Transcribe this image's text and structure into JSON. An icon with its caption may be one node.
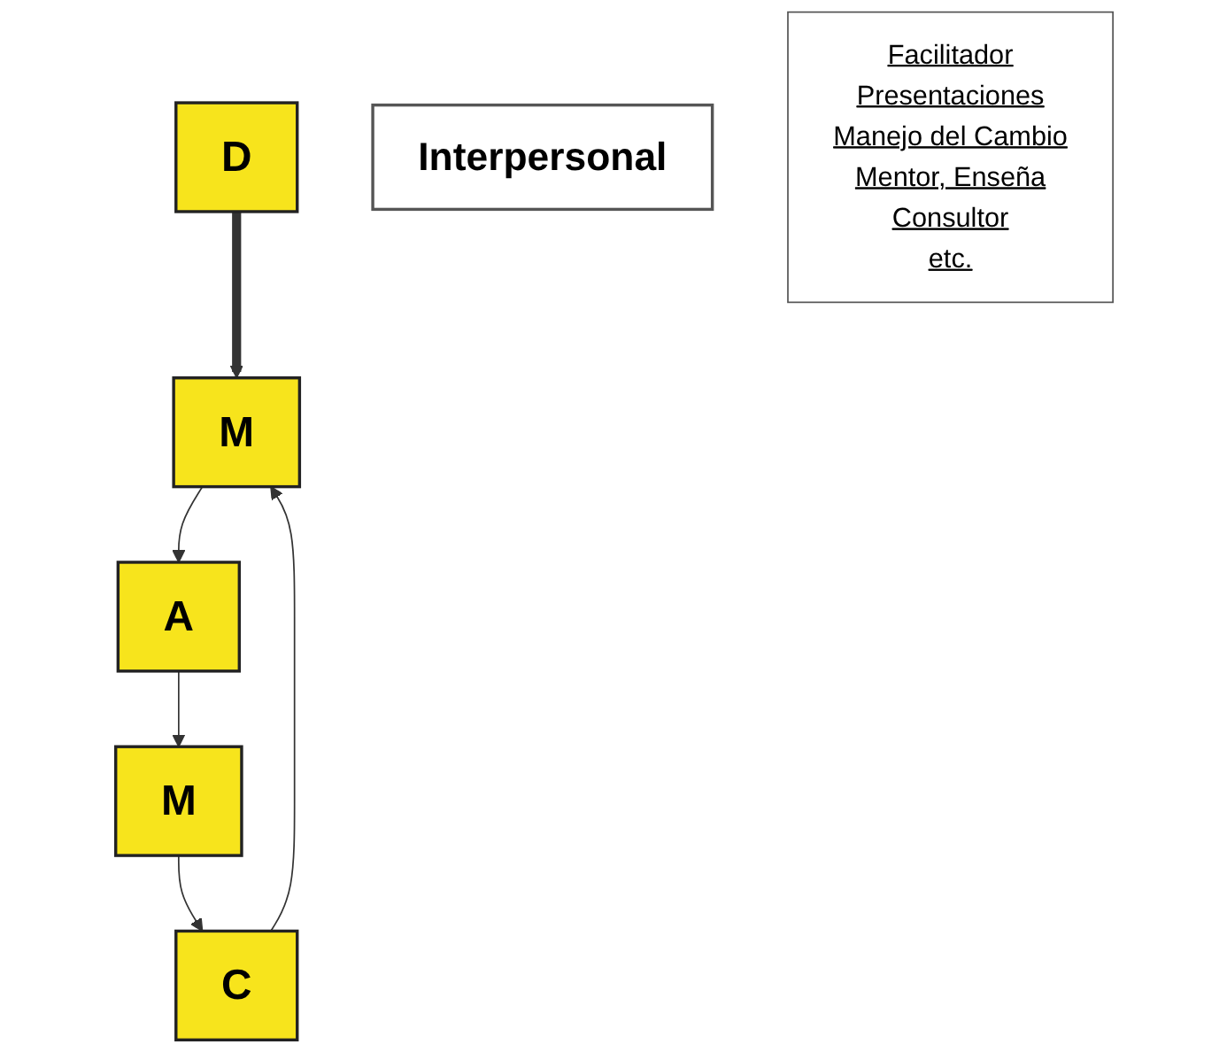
{
  "diagram": {
    "nodes": [
      {
        "text": [
          "D"
        ]
      },
      {
        "text": [
          "M"
        ]
      },
      {
        "text": [
          "A"
        ]
      },
      {
        "text": [
          "M"
        ]
      },
      {
        "text": [
          "C"
        ]
      },
      {
        "text": [
          "Interpersonal"
        ]
      },
      {
        "text": [
          "Facilitador",
          "Presentaciones",
          "Manejo del Cambio",
          "Mentor, Enseña",
          "Consultor",
          "etc."
        ]
      }
    ],
    "edges": [
      {
        "from": 0,
        "to": 1,
        "arrow": "to",
        "style": "thick"
      },
      {
        "from": 1,
        "to": 2,
        "arrow": "to"
      },
      {
        "from": 2,
        "to": 3,
        "arrow": "to"
      },
      {
        "from": 3,
        "to": 4,
        "arrow": "to"
      },
      {
        "from": 4,
        "to": 1,
        "arrow": "to"
      }
    ]
  }
}
